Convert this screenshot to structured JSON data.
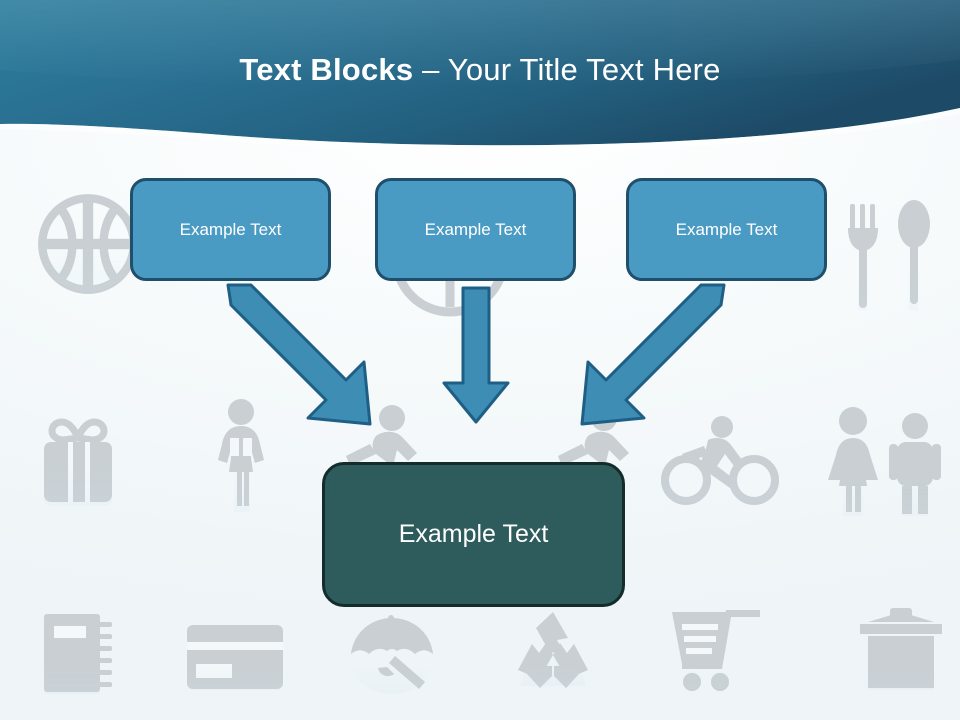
{
  "slide": {
    "title": {
      "strong": "Text Blocks",
      "separator": " – ",
      "light": "Your Title Text Here",
      "full": "Text Blocks – Your Title Text Here"
    },
    "colors": {
      "header_gradient_start": "#2d7e9e",
      "header_gradient_end": "#1d4a66",
      "page_background": "#f4f8fa",
      "top_box_fill": "#4a9bc4",
      "top_box_border": "#1f4f6b",
      "bottom_box_fill": "#2e5b5b",
      "bottom_box_border": "#152c2c",
      "arrow_fill": "#3d8db5",
      "arrow_border": "#1f5f85",
      "text_color": "#ffffff",
      "watermark_color": "#c9cfd2"
    },
    "top_boxes": [
      {
        "id": "box-1",
        "label": "Example Text"
      },
      {
        "id": "box-2",
        "label": "Example Text"
      },
      {
        "id": "box-3",
        "label": "Example Text"
      }
    ],
    "bottom_box": {
      "id": "box-result",
      "label": "Example Text"
    },
    "arrows": [
      {
        "id": "arrow-left",
        "direction": "down-right",
        "from": "box-1",
        "to": "box-result"
      },
      {
        "id": "arrow-middle",
        "direction": "down",
        "from": "box-2",
        "to": "box-result"
      },
      {
        "id": "arrow-right",
        "direction": "down-left",
        "from": "box-3",
        "to": "box-result"
      }
    ],
    "watermark_icons": [
      "basketball-icon",
      "steering-wheel-icon",
      "fork-icon",
      "spoon-icon",
      "gift-box-icon",
      "person-with-gift-icon",
      "runner-icon",
      "runner-icon",
      "bicycle-icon",
      "woman-icon",
      "man-icon",
      "notebook-icon",
      "credit-card-icon",
      "umbrella-icon",
      "recycle-icon",
      "shopping-cart-icon",
      "trash-can-icon"
    ]
  }
}
